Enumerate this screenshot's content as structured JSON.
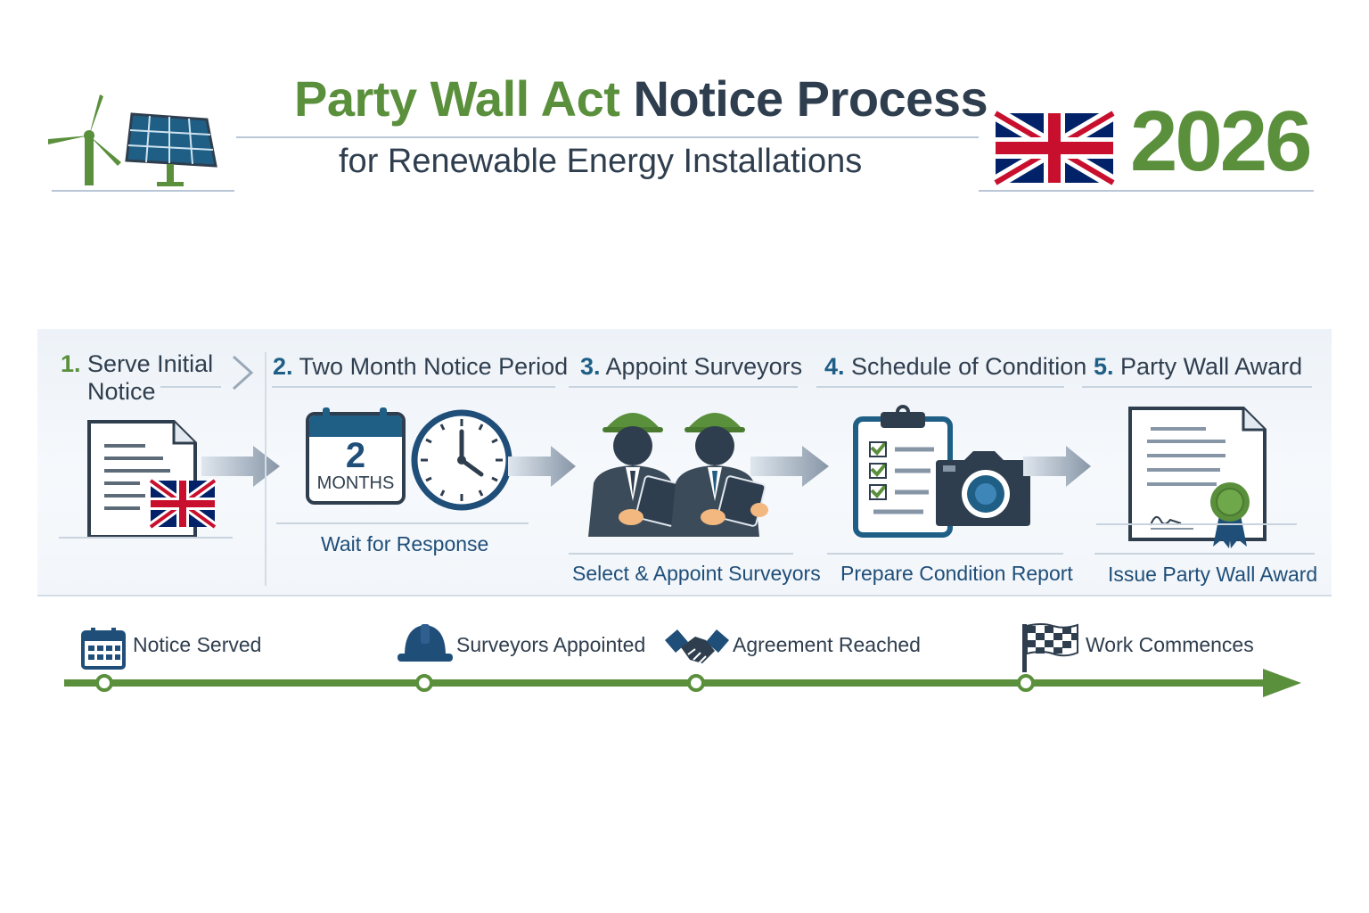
{
  "header": {
    "title_green": "Party Wall Act",
    "title_dark": "Notice Process",
    "subtitle": "for Renewable Energy Installations",
    "year": "2026"
  },
  "steps": [
    {
      "number": "1.",
      "title_line1": "Serve Initial",
      "title_line2": "Notice",
      "caption": ""
    },
    {
      "number": "2.",
      "title": "Two Month Notice Period",
      "calendar_number": "2",
      "calendar_unit": "MONTHS",
      "caption": "Wait for Response"
    },
    {
      "number": "3.",
      "title": "Appoint Surveyors",
      "caption": "Select & Appoint Surveyors"
    },
    {
      "number": "4.",
      "title": "Schedule of Condition",
      "caption": "Prepare Condition Report"
    },
    {
      "number": "5.",
      "title": "Party Wall Award",
      "caption": "Issue Party Wall Award"
    }
  ],
  "timeline": [
    {
      "label": "Notice Served",
      "icon": "calendar-icon"
    },
    {
      "label": "Surveyors Appointed",
      "icon": "hard-hat-icon"
    },
    {
      "label": "Agreement Reached",
      "icon": "handshake-icon"
    },
    {
      "label": "Work Commences",
      "icon": "checkered-flag-icon"
    }
  ],
  "colors": {
    "green": "#5a8f3c",
    "navy": "#1f4e79",
    "dark": "#2f3e4e",
    "flag_red": "#c8102e",
    "flag_blue": "#012169"
  }
}
